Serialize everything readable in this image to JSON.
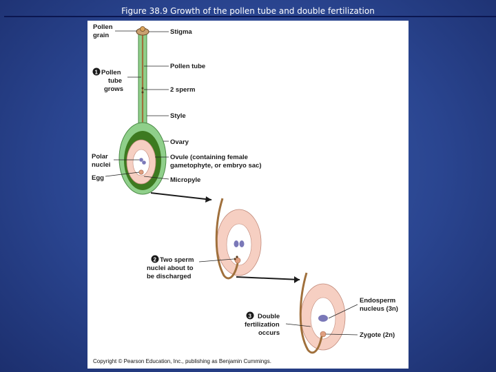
{
  "slide": {
    "title": "Figure 38.9 Growth of the pollen tube and double fertilization"
  },
  "labels": {
    "pollen_grain_1": "Pollen",
    "pollen_grain_2": "grain",
    "stigma": "Stigma",
    "pollen_tube": "Pollen tube",
    "step1_num": "1",
    "step1_line1": "Pollen",
    "step1_line2": "tube",
    "step1_line3": "grows",
    "two_sperm": "2 sperm",
    "style": "Style",
    "ovary": "Ovary",
    "ovule_line1": "Ovule (containing female",
    "ovule_line2": "gametophyte, or embryo sac)",
    "polar_1": "Polar",
    "polar_2": "nuclei",
    "egg": "Egg",
    "micropyle": "Micropyle",
    "step2_num": "2",
    "step2_line1": "Two sperm",
    "step2_line2": "nuclei about to",
    "step2_line3": "be discharged",
    "step3_num": "3",
    "step3_line1": "Double",
    "step3_line2": "fertilization",
    "step3_line3": "occurs",
    "endosperm_line1": "Endosperm",
    "endosperm_line2": "nucleus (3n)",
    "zygote": "Zygote (2n)"
  },
  "footer": {
    "copyright": "Copyright © Pearson Education, Inc., publishing as Benjamin Cummings."
  },
  "colors": {
    "style_green": "#8fcf8a",
    "ovary_dark_green": "#3d7a20",
    "ovule_pink": "#f6cfc2",
    "pollen_tube_brown": "#a0703c",
    "nucleus_purple": "#7a78b8"
  }
}
